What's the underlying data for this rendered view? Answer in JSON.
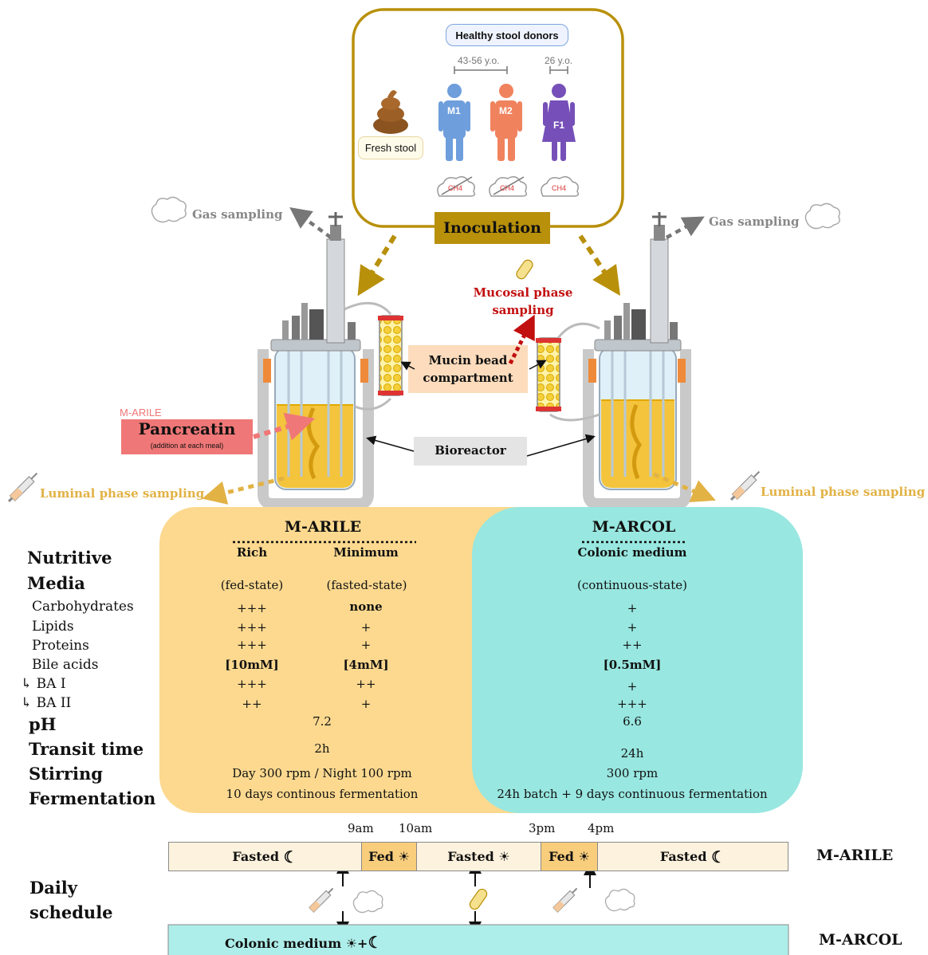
{
  "donors": {
    "title": "Healthy stool donors",
    "age_group_1": "43-56 y.o.",
    "age_group_2": "26 y.o.",
    "donor_1": "M1",
    "donor_2": "M2",
    "donor_3": "F1",
    "fresh_stool": "Fresh stool",
    "ch4": "CH4"
  },
  "inoculation": "Inoculation",
  "gas_sampling_left": "Gas sampling",
  "gas_sampling_right": "Gas sampling",
  "mucosal_sampling_line1": "Mucosal phase",
  "mucosal_sampling_line2": "sampling",
  "mucin_line1": "Mucin bead",
  "mucin_line2": "compartment",
  "bioreactor": "Bioreactor",
  "pancreatin": {
    "system": "M-ARILE",
    "label": "Pancreatin",
    "note": "(addition at each meal)"
  },
  "luminal_left": "Luminal phase sampling",
  "luminal_right": "Luminal phase sampling",
  "table": {
    "arile_title": "M-ARILE",
    "arcol_title": "M-ARCOL",
    "col_rich": "Rich",
    "col_minimum": "Minimum",
    "col_colonic": "Colonic medium",
    "state_fed": "(fed-state)",
    "state_fasted": "(fasted-state)",
    "state_continuous": "(continuous-state)",
    "row_nutritive_1": "Nutritive",
    "row_nutritive_2": "Media",
    "row_carbohydrates": "Carbohydrates",
    "row_lipids": "Lipids",
    "row_proteins": "Proteins",
    "row_bile": "Bile acids",
    "row_ba1": "BA I",
    "row_ba2": "BA II",
    "row_ph": "pH",
    "row_transit": "Transit time",
    "row_stirring": "Stirring",
    "row_fermentation": "Fermentation",
    "rich": {
      "carb": "+++",
      "lip": "+++",
      "prot": "+++",
      "bile": "[10mM]",
      "ba1": "+++",
      "ba2": "++"
    },
    "minimum": {
      "carb": "none",
      "lip": "+",
      "prot": "+",
      "bile": "[4mM]",
      "ba1": "++",
      "ba2": "+"
    },
    "colonic": {
      "carb": "+",
      "lip": "+",
      "prot": "++",
      "bile": "[0.5mM]",
      "ba1": "+",
      "ba2": "+++"
    },
    "arile_ph": "7.2",
    "arcol_ph": "6.6",
    "arile_transit": "2h",
    "arcol_transit": "24h",
    "arile_stirring": "Day 300 rpm / Night 100 rpm",
    "arcol_stirring": "300 rpm",
    "arile_fermentation": "10 days continous fermentation",
    "arcol_fermentation": "24h batch + 9 days continuous fermentation"
  },
  "schedule": {
    "label_1": "Daily",
    "label_2": "schedule",
    "times": [
      "9am",
      "10am",
      "3pm",
      "4pm"
    ],
    "arile_label": "M-ARILE",
    "arcol_label": "M-ARCOL",
    "seg_fasted_1": "Fasted",
    "seg_fed_1": "Fed",
    "seg_fasted_2": "Fasted",
    "seg_fed_2": "Fed",
    "seg_fasted_3": "Fasted",
    "colonic": "Colonic medium",
    "plus": "+"
  },
  "colors": {
    "gold_frame": "#b8900a",
    "inoculation_fill": "#b8900a",
    "arile_panel": "#fcd98f",
    "arcol_panel": "#98e7e0",
    "pancreatin_fill": "#f07777",
    "mucosal_red": "#c20f0f",
    "luminal_gold": "#e2b245",
    "fed_fill": "#f8cd7c",
    "fasted_fill": "#fdf2dd",
    "arcol_bar": "#aeeeea",
    "donor_m1": "#6e9edc",
    "donor_m2": "#f0835e",
    "donor_f1": "#7650b8"
  }
}
